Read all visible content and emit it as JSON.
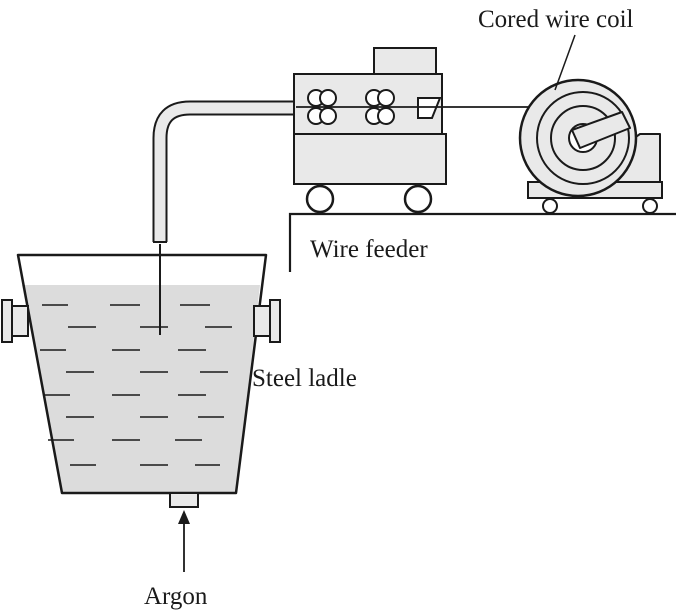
{
  "labels": {
    "coil": "Cored wire coil",
    "feeder": "Wire feeder",
    "ladle": "Steel ladle",
    "argon": "Argon"
  },
  "colors": {
    "stroke": "#1a1a1a",
    "steel_fill": "#dcdcdc",
    "equipment_fill": "#e9e9e9",
    "background": "#ffffff"
  }
}
